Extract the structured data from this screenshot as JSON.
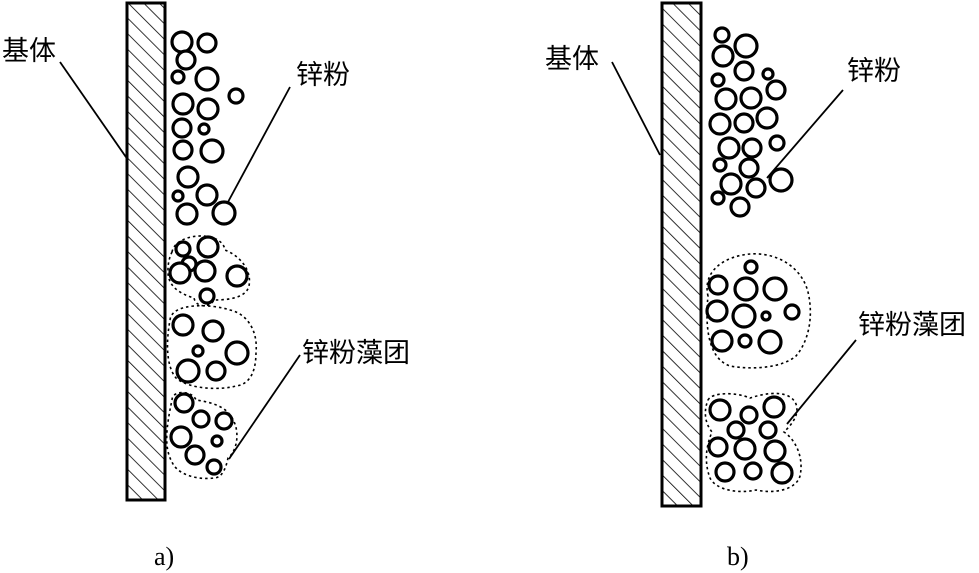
{
  "panels": [
    {
      "id": "a",
      "caption": "a)",
      "substrate_label": "基体",
      "zinc_label": "锌粉",
      "agglomerate_label": "锌粉藻团"
    },
    {
      "id": "b",
      "caption": "b)",
      "substrate_label": "基体",
      "zinc_label": "锌粉",
      "agglomerate_label": "锌粉藻团"
    }
  ]
}
